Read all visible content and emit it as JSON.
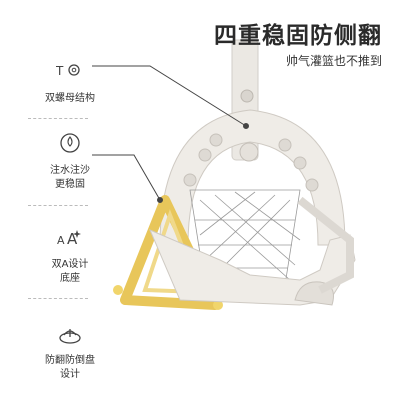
{
  "header": {
    "title": "四重稳固防侧翻",
    "subtitle": "帅气灌篮也不推到"
  },
  "features": [
    {
      "icon": "screw-nut-icon",
      "label_lines": [
        "双螺母结构"
      ]
    },
    {
      "icon": "water-drop-icon",
      "label_lines": [
        "注水注沙",
        "更稳固"
      ]
    },
    {
      "icon": "double-a-icon",
      "label_lines": [
        "双A设计",
        "底座"
      ]
    },
    {
      "icon": "anti-tip-disc-icon",
      "label_lines": [
        "防翻防倒盘",
        "设计"
      ]
    }
  ],
  "colors": {
    "accent": "#e8c65a",
    "text": "#2a2a2a",
    "plastic": "#ece9e4",
    "line": "#444444"
  }
}
